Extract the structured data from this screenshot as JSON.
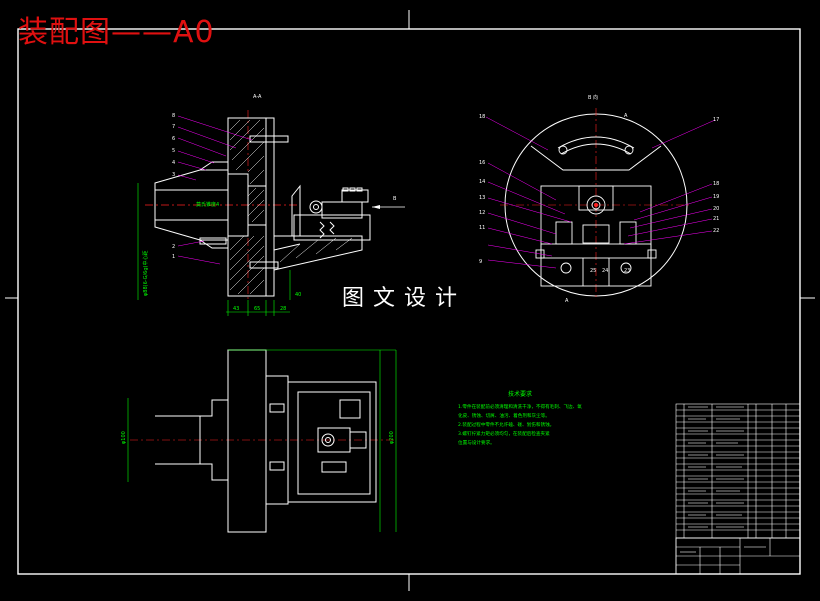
{
  "title": "装配图——A0",
  "watermark": "图文设计",
  "views": {
    "section_label": "A-A",
    "view_label": "B 向",
    "arrow_label": "B",
    "section_marker": "A",
    "bore_label": "莫氏锥度4",
    "vertical_dim": "φ88(6-G/6g)中心距",
    "dims_bottom": [
      "43",
      "65",
      "28"
    ],
    "dims_right": [
      "40"
    ],
    "plan_dim_left": "φ100",
    "plan_dim_right": "φ200"
  },
  "balloons_left": [
    "8",
    "7",
    "6",
    "5",
    "4",
    "3",
    "2",
    "1"
  ],
  "balloons_circle_left": [
    "18",
    "16",
    "14",
    "13",
    "12",
    "11",
    "9"
  ],
  "balloons_circle_right": [
    "17",
    "18",
    "19",
    "20",
    "21",
    "22"
  ],
  "balloons_inner": [
    "25",
    "24",
    "23"
  ],
  "tech_notes": {
    "heading": "技术要求",
    "lines": [
      "1.零件在装配前必须清理和清洗干净，不得有毛刺、飞边、氧",
      "化皮、锈蚀、切屑、油污、着色剂和灰尘等。",
      "2.装配过程中零件不允许磕、碰、划伤和锈蚀。",
      "3.螺钉拧紧力矩必须均匀，在装配后检查夹紧",
      "位置与设计要求。"
    ]
  },
  "colors": {
    "background": "#000000",
    "outline": "#ffffff",
    "dimension": "#00ff00",
    "center_line": "#ff2020",
    "leader": "#ff00ff",
    "title_red": "#e01010",
    "balloon_text": "#ffffff"
  }
}
